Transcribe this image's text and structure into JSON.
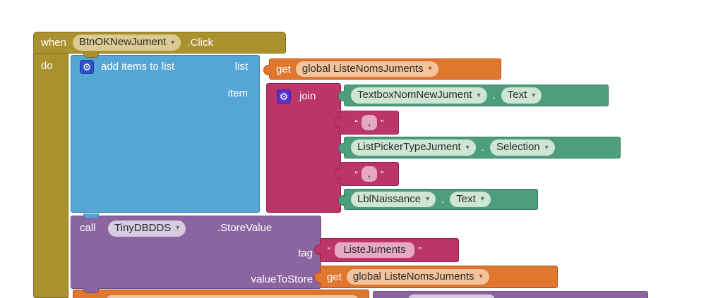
{
  "ui": {
    "caret": "▾",
    "gear": "⚙",
    "dot": ".",
    "open_quote": "“",
    "close_quote": "”"
  },
  "colors": {
    "workspace_bg": "#ffffff",
    "event_gold": "#a9912d",
    "list_blue": "#55a6d5",
    "variable_orange": "#e0772e",
    "text_magenta": "#bb3568",
    "component_green": "#4d9e7c",
    "procedure_purple": "#8a65a0",
    "field_tan": "#dbcb92",
    "field_light_orange": "#f2c39c",
    "field_mint": "#cfe6d4",
    "field_pink": "#e5a9c6",
    "field_lavender": "#d8cce2",
    "gear_badge_blue": "#2a52cc",
    "gear_badge_violet": "#5633cc"
  },
  "when_block": {
    "keyword": "when",
    "component": "BtnOKNewJument",
    "event": ".Click",
    "do_label": "do"
  },
  "add_items_block": {
    "label": "add items to list",
    "param_list": "list",
    "param_item": "item"
  },
  "get_global": {
    "keyword": "get",
    "variable": "global ListeNomsJuments"
  },
  "join_block": {
    "label": "join"
  },
  "component_getters": [
    {
      "component": "TextboxNomNewJument",
      "property": "Text"
    },
    {
      "component": "ListPickerTypeJument",
      "property": "Selection"
    },
    {
      "component": "LblNaissance",
      "property": "Text"
    }
  ],
  "text_blocks": {
    "separator1": ",",
    "separator2": ",",
    "tag_value": "ListeJuments"
  },
  "call_block": {
    "keyword": "call",
    "component": "TinyDBDDS",
    "method": ".StoreValue",
    "param_tag": "tag",
    "param_value": "valueToStore"
  }
}
